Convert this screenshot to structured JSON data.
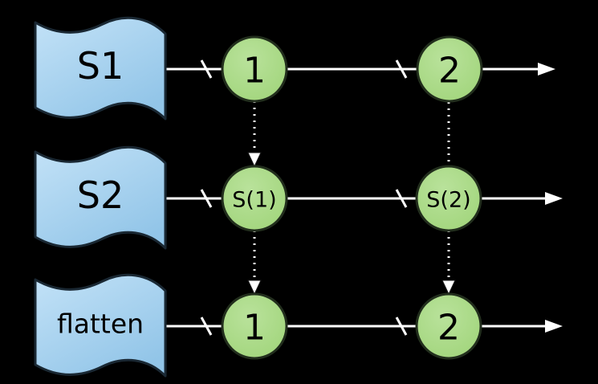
{
  "diagram": {
    "kind": "stream-flatten-marble-diagram",
    "background": "#000000",
    "colors": {
      "banner_fill_light": "#c3e2f7",
      "banner_fill_dark": "#92c5e8",
      "banner_border": "#1a2833",
      "node_fill_light": "#b9e29b",
      "node_fill_dark": "#9ed377",
      "node_border": "#222e1d",
      "line": "#ffffff",
      "text": "#000000"
    },
    "streams": [
      {
        "name": "S1",
        "events": [
          "1",
          "2"
        ]
      },
      {
        "name": "S2",
        "events": [
          "S(1)",
          "S(2)"
        ]
      },
      {
        "name": "flatten",
        "events": [
          "1",
          "2"
        ]
      }
    ],
    "connections": [
      {
        "from": "S1:1",
        "to": "S2:S(1)",
        "style": "dotted-arrow"
      },
      {
        "from": "S1:2",
        "to": "S2:S(2)",
        "style": "dotted"
      },
      {
        "from": "S2:S(1)",
        "to": "flatten:1",
        "style": "dotted-arrow"
      },
      {
        "from": "S2:S(2)",
        "to": "flatten:2",
        "style": "dotted-arrow"
      }
    ]
  }
}
